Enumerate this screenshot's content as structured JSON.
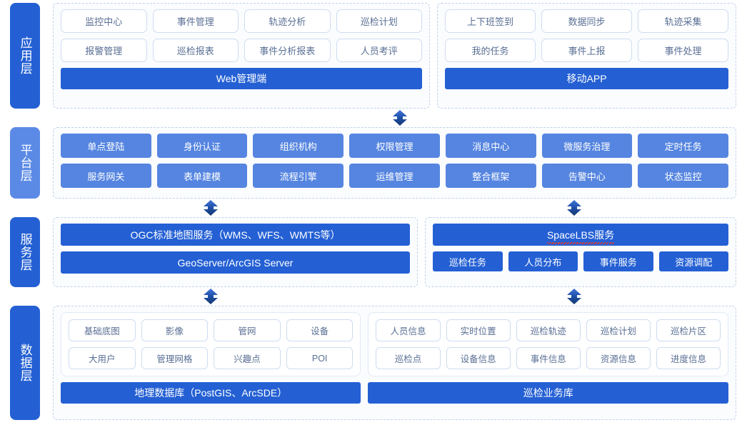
{
  "layers": {
    "application": {
      "label": "应用层",
      "accent": "#2460d4",
      "groups": [
        {
          "name": "web",
          "cards": [
            "监控中心",
            "事件管理",
            "轨迹分析",
            "巡检计划",
            "报警管理",
            "巡检报表",
            "事件分析报表",
            "人员考评"
          ],
          "bar": "Web管理端"
        },
        {
          "name": "mobile",
          "cards": [
            "上下班签到",
            "数据同步",
            "轨迹采集",
            "我的任务",
            "事件上报",
            "事件处理"
          ],
          "bar": "移动APP"
        }
      ]
    },
    "platform": {
      "label": "平台层",
      "accent": "#5b8ae6",
      "chips": [
        "单点登陆",
        "身份认证",
        "组织机构",
        "权限管理",
        "消息中心",
        "微服务治理",
        "定时任务",
        "服务网关",
        "表单建模",
        "流程引擎",
        "运维管理",
        "整合框架",
        "告警中心",
        "状态监控"
      ]
    },
    "service": {
      "label": "服务层",
      "accent": "#2460d4",
      "left": {
        "bars": [
          "OGC标准地图服务（WMS、WFS、WMTS等）",
          "GeoServer/ArcGIS Server"
        ]
      },
      "right": {
        "title": "SpaceLBS服务",
        "chips": [
          "巡检任务",
          "人员分布",
          "事件服务",
          "资源调配"
        ]
      }
    },
    "data": {
      "label": "数据层",
      "accent": "#2460d4",
      "left": {
        "cards": [
          "基础底图",
          "影像",
          "管网",
          "设备",
          "大用户",
          "管理网格",
          "兴趣点",
          "POI"
        ],
        "bar": "地理数据库（PostGIS、ArcSDE）"
      },
      "right": {
        "cards": [
          "人员信息",
          "实时位置",
          "巡检轨迹",
          "巡检计划",
          "巡检片区",
          "巡检点",
          "设备信息",
          "事件信息",
          "资源信息",
          "进度信息"
        ],
        "bar": "巡检业务库"
      }
    }
  },
  "connectors": [
    {
      "name": "app-platform-arrow",
      "icon": "double-arrow-vertical"
    },
    {
      "name": "platform-service-left-arrow",
      "icon": "double-arrow-vertical"
    },
    {
      "name": "platform-service-right-arrow",
      "icon": "double-arrow-vertical"
    },
    {
      "name": "service-data-left-arrow",
      "icon": "double-arrow-vertical"
    },
    {
      "name": "service-data-right-arrow",
      "icon": "double-arrow-vertical"
    }
  ]
}
